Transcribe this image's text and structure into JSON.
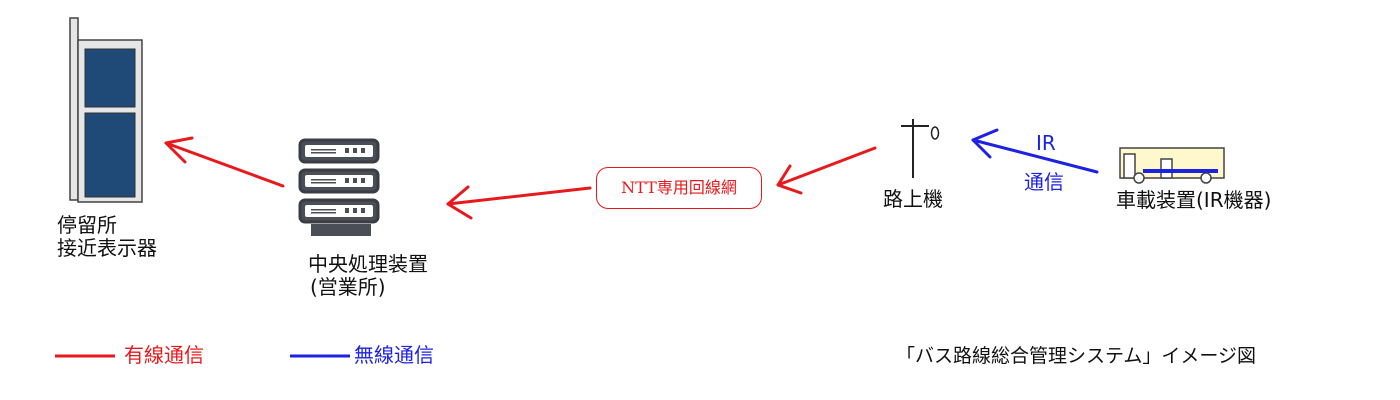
{
  "colors": {
    "wired": "#e8191c",
    "wireless": "#1d22e0",
    "panel": "#1f4a78",
    "bus_fill": "#fff8cc"
  },
  "nodes": {
    "bus_stop": {
      "label_line1": "停留所",
      "label_line2": "接近表示器"
    },
    "server": {
      "label_line1": "中央処理装置",
      "label_line2": "(営業所)"
    },
    "network": {
      "label": "NTT専用回線網"
    },
    "roadside": {
      "label": "路上機"
    },
    "bus": {
      "label": "車載装置(IR機器)"
    }
  },
  "links": {
    "ir_label": "IR",
    "ir_comm_label": "通信"
  },
  "legend": {
    "wired_label": "有線通信",
    "wireless_label": "無線通信"
  },
  "caption": "「バス路線総合管理システム」イメージ図"
}
